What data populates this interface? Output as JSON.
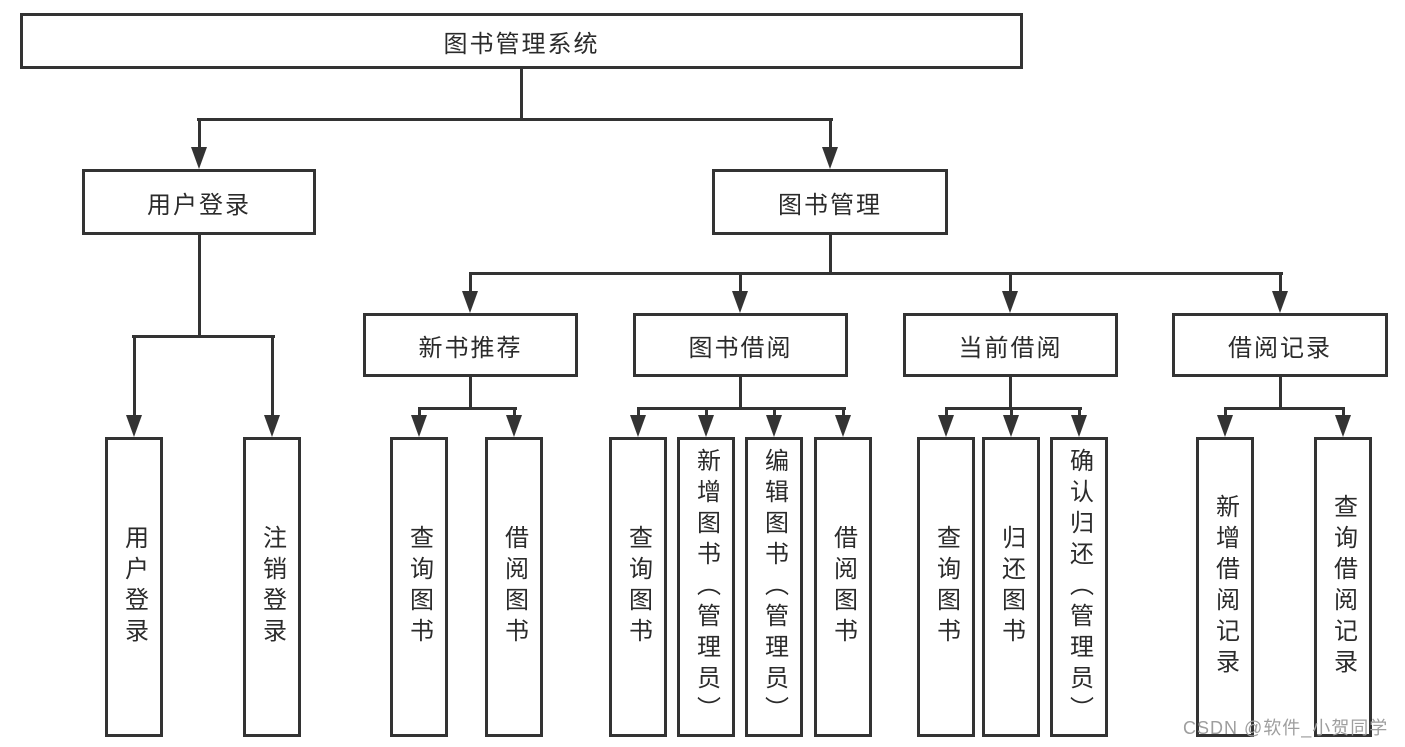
{
  "root": {
    "label": "图书管理系统"
  },
  "l2": [
    {
      "label": "用户登录"
    },
    {
      "label": "图书管理"
    }
  ],
  "l3": [
    {
      "label": "新书推荐"
    },
    {
      "label": "图书借阅"
    },
    {
      "label": "当前借阅"
    },
    {
      "label": "借阅记录"
    }
  ],
  "leaves": {
    "user": [
      "用户登录",
      "注销登录"
    ],
    "newbook": [
      "查询图书",
      "借阅图书"
    ],
    "borrow": [
      "查询图书",
      "新增图书（管理员）",
      "编辑图书（管理员）",
      "借阅图书"
    ],
    "current": [
      "查询图书",
      "归还图书",
      "确认归还（管理员）"
    ],
    "records": [
      "新增借阅记录",
      "查询借阅记录"
    ]
  },
  "watermark": {
    "text": "CSDN @软件_小贺同学"
  },
  "colors": {
    "line": "#333333",
    "text": "#2b2b2b",
    "watermark": "#9e9e9e",
    "background": "#ffffff"
  }
}
